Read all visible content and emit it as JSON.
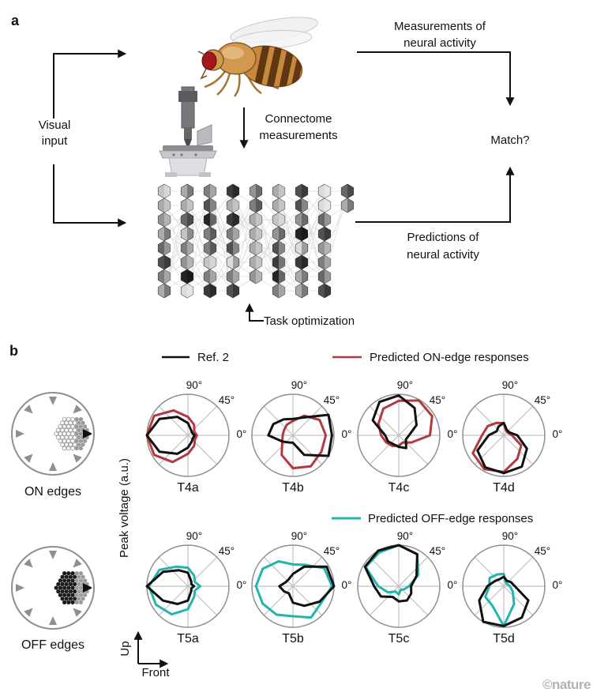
{
  "panel_a": {
    "label": "a",
    "visual_input": [
      "Visual",
      "input"
    ],
    "measurements_label": [
      "Measurements of",
      "neural activity"
    ],
    "connectome_label": [
      "Connectome",
      "measurements"
    ],
    "match_label": "Match?",
    "predictions_label": [
      "Predictions of",
      "neural activity"
    ],
    "task_label": "Task optimization",
    "icons": {
      "fly": "drosophila-fly-icon",
      "microscope": "electron-microscope-icon",
      "network": "connectome-network-icon"
    }
  },
  "panel_b": {
    "label": "b",
    "legend_ref": "Ref. 2",
    "legend_on": "Predicted ON-edge responses",
    "legend_off": "Predicted OFF-edge responses",
    "ylabel": "Peak voltage (a.u.)",
    "on_edges_label": "ON edges",
    "off_edges_label": "OFF edges",
    "up_label": "Up",
    "front_label": "Front",
    "tick_labels": [
      "90°",
      "45°",
      "0°"
    ],
    "colors": {
      "ref": "#111111",
      "on": "#b03a40",
      "off": "#23b5ac",
      "grid": "#c2c2c2",
      "ring": "#8f8f8f"
    }
  },
  "watermark": "©nature",
  "chart_data": [
    {
      "type": "line",
      "polar": true,
      "name": "T4a",
      "angle_unit": "deg",
      "angles_deg": [
        0,
        30,
        60,
        90,
        120,
        150,
        180,
        210,
        240,
        270,
        300,
        330
      ],
      "rlabel": "Peak voltage (a.u.)",
      "rlim": [
        0,
        1
      ],
      "series": [
        {
          "name": "Ref. 2",
          "color": "#111111",
          "values": [
            0.16,
            0.12,
            0.15,
            0.3,
            0.52,
            0.8,
            1.0,
            0.8,
            0.52,
            0.3,
            0.18,
            0.14
          ]
        },
        {
          "name": "Predicted ON-edge responses",
          "color": "#b03a40",
          "values": [
            0.22,
            0.18,
            0.3,
            0.45,
            0.7,
            0.95,
            1.0,
            0.95,
            0.75,
            0.45,
            0.3,
            0.2
          ]
        }
      ]
    },
    {
      "type": "line",
      "polar": true,
      "name": "T4b",
      "angle_unit": "deg",
      "angles_deg": [
        0,
        30,
        60,
        90,
        120,
        150,
        180,
        210,
        240,
        270,
        300,
        330
      ],
      "rlabel": "Peak voltage (a.u.)",
      "rlim": [
        0,
        1
      ],
      "series": [
        {
          "name": "Ref. 2",
          "color": "#111111",
          "values": [
            0.95,
            1.0,
            0.5,
            0.4,
            0.45,
            0.55,
            0.6,
            0.3,
            0.2,
            0.18,
            0.55,
            1.0
          ]
        },
        {
          "name": "Predicted ON-edge responses",
          "color": "#b03a40",
          "values": [
            0.8,
            0.75,
            0.55,
            0.35,
            0.3,
            0.25,
            0.25,
            0.3,
            0.55,
            0.8,
            0.87,
            0.8
          ]
        }
      ]
    },
    {
      "type": "line",
      "polar": true,
      "name": "T4c",
      "angle_unit": "deg",
      "angles_deg": [
        0,
        30,
        60,
        90,
        120,
        150,
        180,
        210,
        240,
        270,
        300,
        330
      ],
      "rlabel": "Peak voltage (a.u.)",
      "rlim": [
        0,
        1
      ],
      "series": [
        {
          "name": "Ref. 2",
          "color": "#111111",
          "values": [
            0.25,
            0.5,
            0.77,
            0.97,
            0.94,
            0.73,
            0.33,
            0.3,
            0.25,
            0.28,
            0.36,
            0.2
          ]
        },
        {
          "name": "Predicted ON-edge responses",
          "color": "#b03a40",
          "values": [
            0.76,
            0.94,
            0.98,
            0.84,
            0.75,
            0.57,
            0.43,
            0.35,
            0.3,
            0.25,
            0.2,
            0.35
          ]
        }
      ]
    },
    {
      "type": "line",
      "polar": true,
      "name": "T4d",
      "angle_unit": "deg",
      "angles_deg": [
        0,
        30,
        60,
        90,
        120,
        150,
        180,
        210,
        240,
        270,
        300,
        330
      ],
      "rlabel": "Peak voltage (a.u.)",
      "rlim": [
        0,
        1
      ],
      "series": [
        {
          "name": "Ref. 2",
          "color": "#111111",
          "values": [
            0.33,
            0.15,
            0.15,
            0.3,
            0.25,
            0.2,
            0.37,
            0.74,
            0.9,
            0.92,
            0.88,
            0.65
          ]
        },
        {
          "name": "Predicted ON-edge responses",
          "color": "#b03a40",
          "values": [
            0.2,
            0.12,
            0.12,
            0.3,
            0.35,
            0.45,
            0.53,
            0.87,
            0.95,
            0.89,
            0.66,
            0.49
          ]
        }
      ]
    },
    {
      "type": "line",
      "polar": true,
      "name": "T5a",
      "angle_unit": "deg",
      "angles_deg": [
        0,
        30,
        60,
        90,
        120,
        150,
        180,
        210,
        240,
        270,
        300,
        330
      ],
      "rlabel": "Peak voltage (a.u.)",
      "rlim": [
        0,
        1
      ],
      "series": [
        {
          "name": "Ref. 2",
          "color": "#111111",
          "values": [
            0.15,
            0.1,
            0.15,
            0.33,
            0.45,
            0.7,
            1.0,
            0.7,
            0.5,
            0.35,
            0.15,
            0.1
          ]
        },
        {
          "name": "Predicted OFF-edge responses",
          "color": "#23b5ac",
          "values": [
            0.3,
            0.2,
            0.3,
            0.45,
            0.55,
            0.8,
            0.95,
            0.9,
            0.79,
            0.56,
            0.3,
            0.2
          ]
        }
      ]
    },
    {
      "type": "line",
      "polar": true,
      "name": "T5b",
      "angle_unit": "deg",
      "angles_deg": [
        0,
        30,
        60,
        90,
        120,
        150,
        180,
        210,
        240,
        270,
        300,
        330
      ],
      "rlabel": "Peak voltage (a.u.)",
      "rlim": [
        0,
        1
      ],
      "series": [
        {
          "name": "Ref. 2",
          "color": "#111111",
          "values": [
            1.0,
            0.95,
            0.55,
            0.3,
            0.2,
            0.2,
            0.33,
            0.25,
            0.2,
            0.4,
            0.55,
            0.75
          ]
        },
        {
          "name": "Predicted OFF-edge responses",
          "color": "#23b5ac",
          "values": [
            0.95,
            0.88,
            0.6,
            0.53,
            0.7,
            0.85,
            0.9,
            0.85,
            0.8,
            0.73,
            0.88,
            0.8
          ]
        }
      ]
    },
    {
      "type": "line",
      "polar": true,
      "name": "T5c",
      "angle_unit": "deg",
      "angles_deg": [
        0,
        30,
        60,
        90,
        120,
        150,
        180,
        210,
        240,
        270,
        300,
        330
      ],
      "rlabel": "Peak voltage (a.u.)",
      "rlim": [
        0,
        1
      ],
      "series": [
        {
          "name": "Ref. 2",
          "color": "#111111",
          "values": [
            0.3,
            0.5,
            0.9,
            1.0,
            1.0,
            0.95,
            0.6,
            0.5,
            0.3,
            0.37,
            0.4,
            0.35
          ]
        },
        {
          "name": "Predicted OFF-edge responses",
          "color": "#23b5ac",
          "values": [
            0.25,
            0.55,
            0.9,
            1.0,
            0.95,
            0.93,
            0.5,
            0.3,
            0.15,
            0.2,
            0.1,
            0.15
          ]
        }
      ]
    },
    {
      "type": "line",
      "polar": true,
      "name": "T5d",
      "angle_unit": "deg",
      "angles_deg": [
        0,
        30,
        60,
        90,
        120,
        150,
        180,
        210,
        240,
        270,
        300,
        330
      ],
      "rlabel": "Peak voltage (a.u.)",
      "rlim": [
        0,
        1
      ],
      "series": [
        {
          "name": "Ref. 2",
          "color": "#111111",
          "values": [
            0.27,
            0.2,
            0.15,
            0.23,
            0.2,
            0.25,
            0.4,
            0.69,
            1.0,
            0.97,
            0.88,
            0.69
          ]
        },
        {
          "name": "Predicted OFF-edge responses",
          "color": "#23b5ac",
          "values": [
            0.15,
            0.1,
            0.1,
            0.3,
            0.33,
            0.4,
            0.35,
            0.52,
            0.55,
            0.97,
            0.5,
            0.25
          ]
        }
      ]
    }
  ]
}
